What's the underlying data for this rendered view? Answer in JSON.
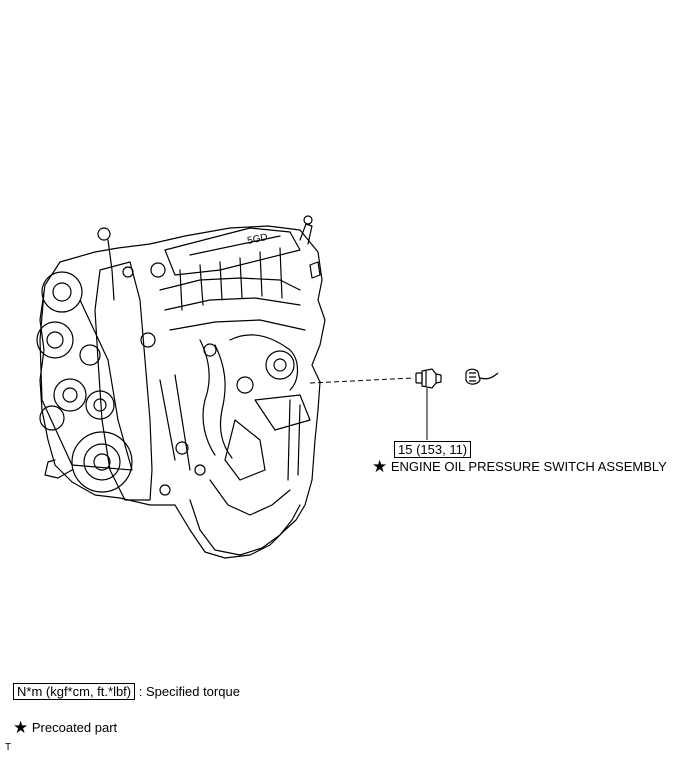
{
  "callout": {
    "torque_value": "15 (153, 11)",
    "part_name": "ENGINE OIL PRESSURE SWITCH ASSEMBLY",
    "star_symbol": "★"
  },
  "legend": {
    "torque_unit_box": "N*m (kgf*cm, ft.*lbf)",
    "torque_desc": ": Specified torque",
    "star_symbol": "★",
    "precoated_desc": "Precoated part"
  },
  "corner_mark": "T",
  "icons": {
    "engine": "engine-assembly-illustration",
    "switch": "oil-pressure-switch-icon",
    "connector": "wire-connector-icon",
    "star": "star-icon"
  }
}
